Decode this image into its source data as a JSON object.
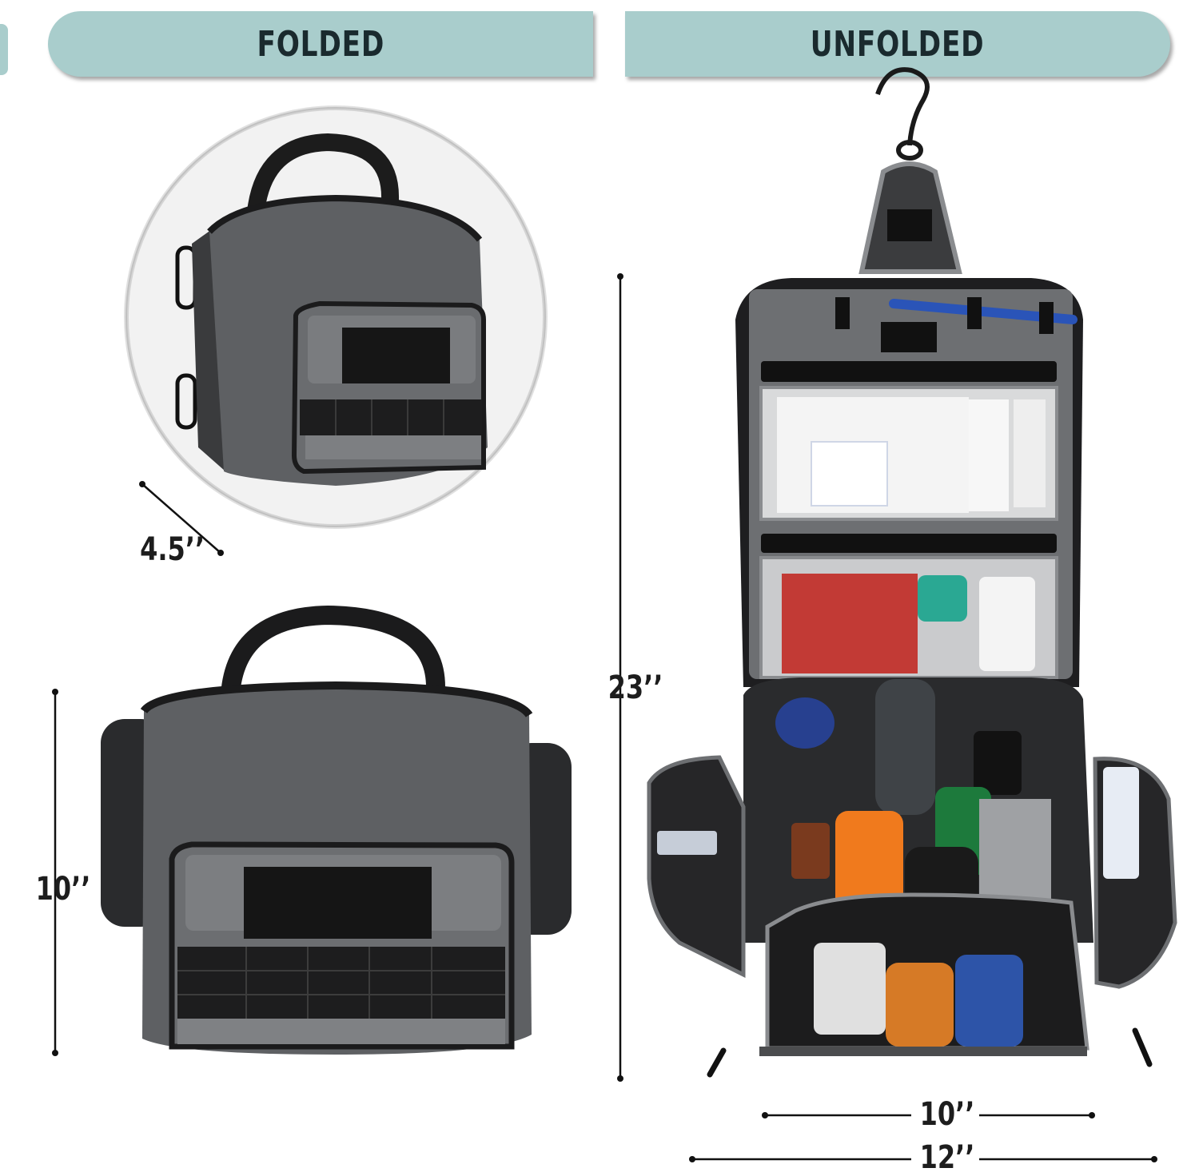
{
  "banners": {
    "folded": "FOLDED",
    "unfolded": "UNFOLDED"
  },
  "dimensions": {
    "depth": "4.5’’",
    "folded_height": "10’’",
    "unfolded_height": "23’’",
    "inner_width": "10’’",
    "outer_width": "12’’"
  },
  "colors": {
    "banner": "#a9cdcc",
    "bag_gray": "#5b5d60",
    "bag_black": "#1b1b1c",
    "trim_gray": "#8e9092"
  }
}
